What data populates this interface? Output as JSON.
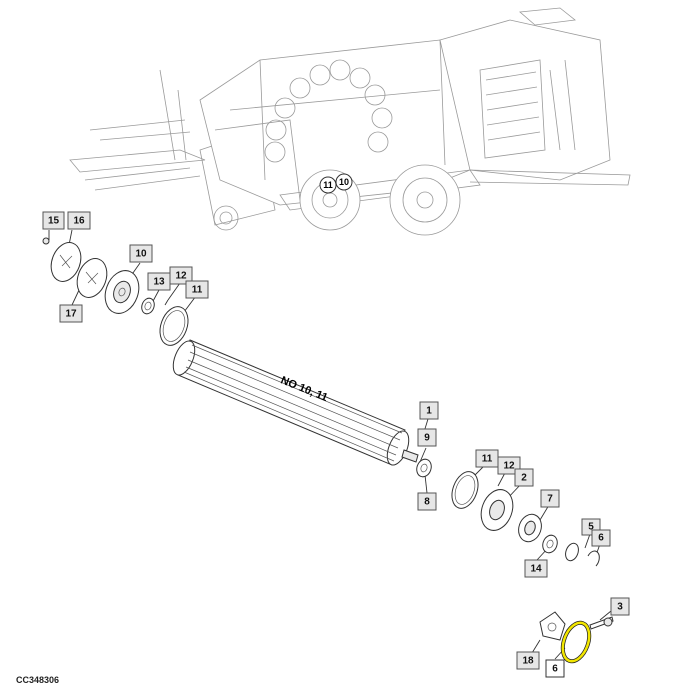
{
  "diagram": {
    "document_code": "CC348306",
    "roller_label": "NO 10, 11",
    "highlight_color": "#f2e600",
    "machine_wheel_labels": [
      "11",
      "10"
    ],
    "callouts": [
      "15",
      "16",
      "17",
      "10",
      "13",
      "12",
      "11",
      "1",
      "9",
      "8",
      "11",
      "12",
      "2",
      "7",
      "5",
      "6",
      "14",
      "3",
      "18",
      "6"
    ]
  }
}
